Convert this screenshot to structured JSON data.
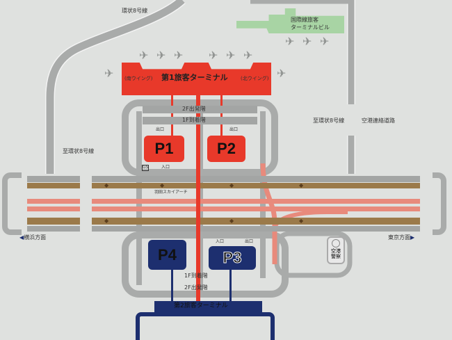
{
  "map": {
    "terminal1": {
      "name": "第1旅客ターミナル",
      "south_wing": "(南ウイング)",
      "north_wing": "(北ウイング)",
      "color": "#e8392a"
    },
    "terminal2": {
      "name": "第2旅客ターミナル",
      "color": "#1d2f6f"
    },
    "international": {
      "name_line1": "国際線旅客",
      "name_line2": "ターミナルビル",
      "color": "#a8d4a4"
    },
    "parking": [
      {
        "label": "P1",
        "color": "#e8392a"
      },
      {
        "label": "P2",
        "color": "#e8392a"
      },
      {
        "label": "P3",
        "color": "#1d2f6f"
      },
      {
        "label": "P4",
        "color": "#1d2f6f"
      }
    ],
    "levels": {
      "t1_departure": "2F出発階",
      "t1_arrival": "1F到着階",
      "t2_arrival": "1F到着階",
      "t2_departure": "2F出発階"
    },
    "labels": {
      "loop8_top": "環状8号線",
      "to_loop8_left": "至環状8号線",
      "to_loop8_right": "至環状8号線",
      "airport_road": "空港連絡道路",
      "sky_arch": "羽田スカイアーチ",
      "yokohama": "横浜方面",
      "tokyo": "東京方面",
      "police_line1": "空港",
      "police_line2": "警察",
      "entrance": "入口",
      "exit": "出口",
      "gs": "GS"
    }
  }
}
